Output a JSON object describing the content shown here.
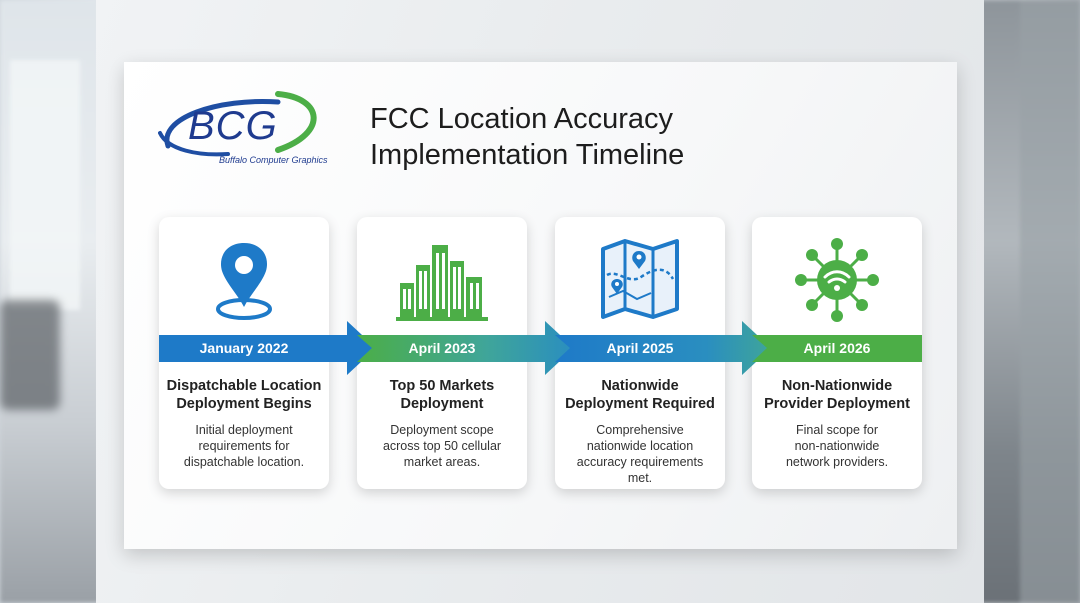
{
  "logo": {
    "text": "BCG",
    "subtitle": "Buffalo Computer Graphics"
  },
  "title": {
    "line1": "FCC Location Accuracy",
    "line2": "Implementation Timeline"
  },
  "colors": {
    "blue": "#1e7ac8",
    "green": "#4cae47",
    "logo_blue": "#1f3b8f"
  },
  "milestones": [
    {
      "date": "January 2022",
      "heading_line1": "Dispatchable Location",
      "heading_line2": "Deployment Begins",
      "desc_line1": "Initial deployment",
      "desc_line2": "requirements for",
      "desc_line3": "dispatchable location.",
      "icon": "location-pin-icon"
    },
    {
      "date": "April 2023",
      "heading_line1": "Top 50 Markets",
      "heading_line2": "Deployment",
      "desc_line1": "Deployment scope",
      "desc_line2": "across top 50 cellular",
      "desc_line3": "market areas.",
      "icon": "city-skyline-icon"
    },
    {
      "date": "April 2025",
      "heading_line1": "Nationwide",
      "heading_line2": "Deployment Required",
      "desc_line1": "Comprehensive",
      "desc_line2": "nationwide location",
      "desc_line3": "accuracy requirements met.",
      "icon": "folded-map-icon"
    },
    {
      "date": "April 2026",
      "heading_line1": "Non-Nationwide",
      "heading_line2": "Provider Deployment",
      "desc_line1": "Final scope for",
      "desc_line2": "non-nationwide",
      "desc_line3": "network providers.",
      "icon": "network-wifi-icon"
    }
  ]
}
